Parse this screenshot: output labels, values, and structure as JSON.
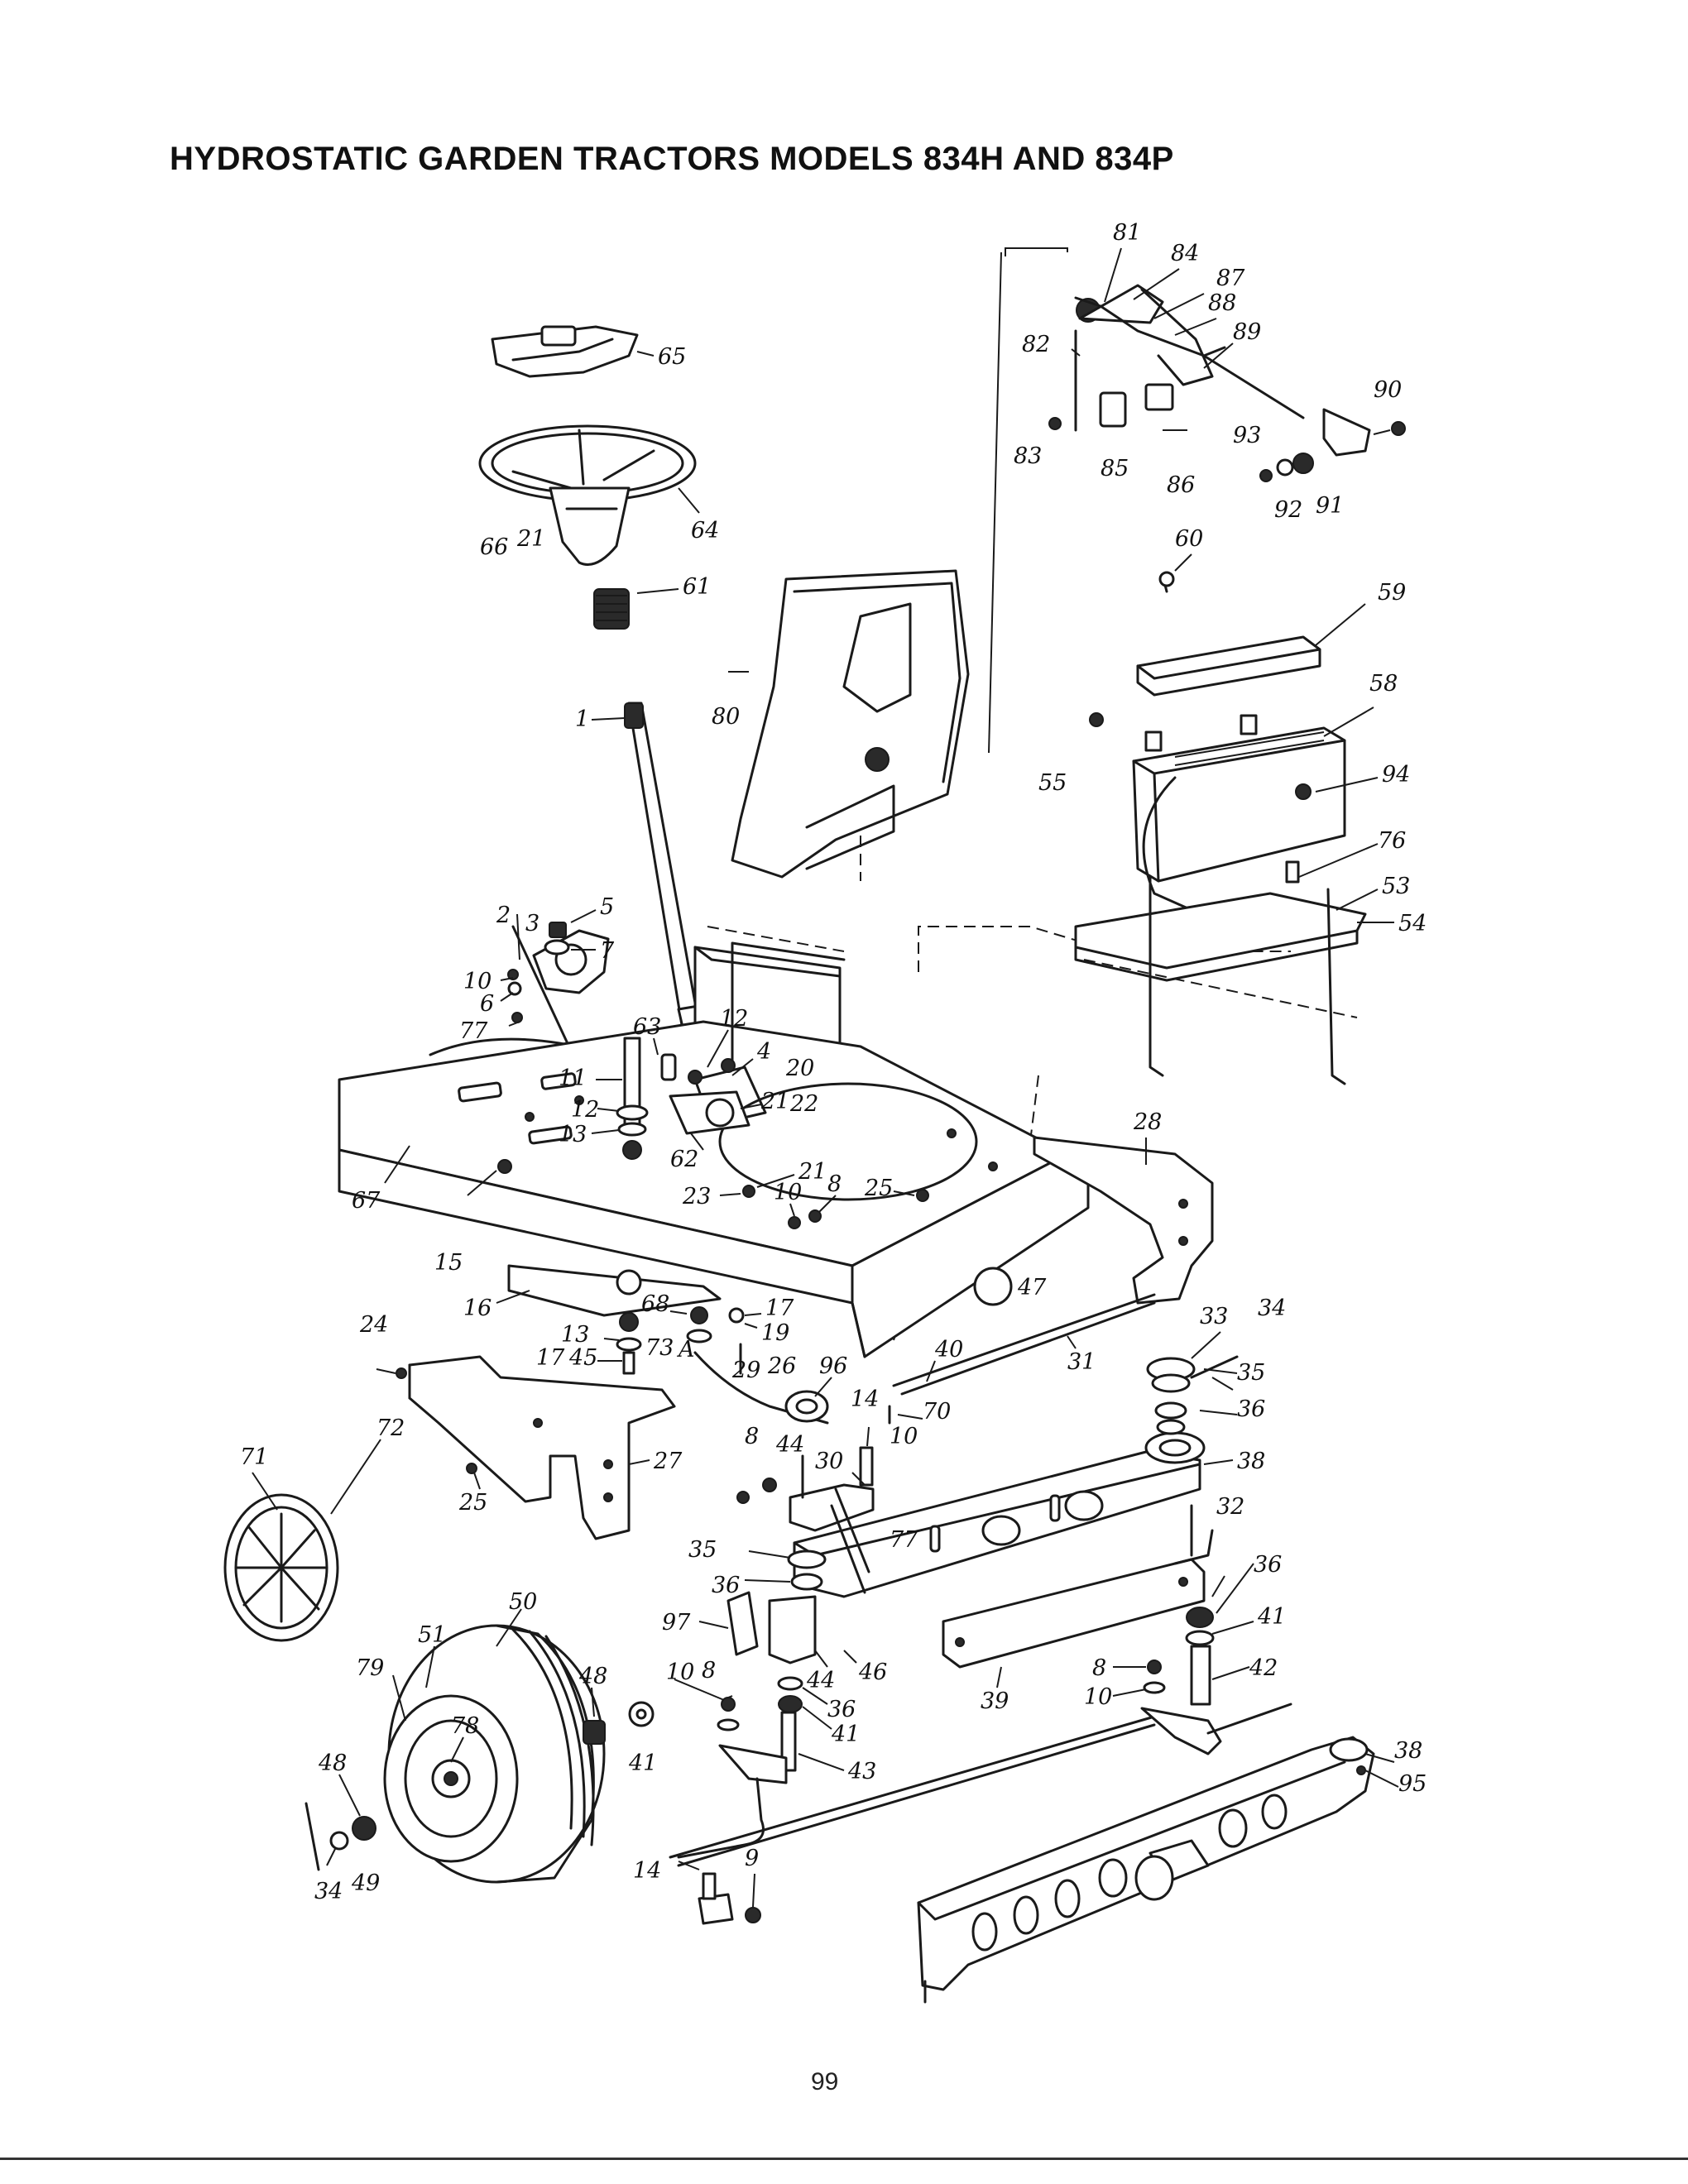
{
  "page": {
    "title": "HYDROSTATIC GARDEN TRACTORS MODELS 834H AND 834P",
    "page_number": "99"
  },
  "callouts": [
    {
      "id": "c65",
      "label": "65"
    },
    {
      "id": "c66",
      "label": "66"
    },
    {
      "id": "c21a",
      "label": "21"
    },
    {
      "id": "c64",
      "label": "64"
    },
    {
      "id": "c61",
      "label": "61"
    },
    {
      "id": "c1",
      "label": "1"
    },
    {
      "id": "c80",
      "label": "80"
    },
    {
      "id": "c81",
      "label": "81"
    },
    {
      "id": "c84",
      "label": "84"
    },
    {
      "id": "c87",
      "label": "87"
    },
    {
      "id": "c88",
      "label": "88"
    },
    {
      "id": "c89",
      "label": "89"
    },
    {
      "id": "c82",
      "label": "82"
    },
    {
      "id": "c90",
      "label": "90"
    },
    {
      "id": "c83",
      "label": "83"
    },
    {
      "id": "c85",
      "label": "85"
    },
    {
      "id": "c86",
      "label": "86"
    },
    {
      "id": "c93",
      "label": "93"
    },
    {
      "id": "c92",
      "label": "92"
    },
    {
      "id": "c91",
      "label": "91"
    },
    {
      "id": "c60",
      "label": "60"
    },
    {
      "id": "c59",
      "label": "59"
    },
    {
      "id": "c58",
      "label": "58"
    },
    {
      "id": "c55",
      "label": "55"
    },
    {
      "id": "c94",
      "label": "94"
    },
    {
      "id": "c76",
      "label": "76"
    },
    {
      "id": "c53",
      "label": "53"
    },
    {
      "id": "c54",
      "label": "54"
    },
    {
      "id": "c2",
      "label": "2"
    },
    {
      "id": "c3",
      "label": "3"
    },
    {
      "id": "c5",
      "label": "5"
    },
    {
      "id": "c7",
      "label": "7"
    },
    {
      "id": "c10a",
      "label": "10"
    },
    {
      "id": "c6",
      "label": "6"
    },
    {
      "id": "c77a",
      "label": "77"
    },
    {
      "id": "c63",
      "label": "63"
    },
    {
      "id": "c12a",
      "label": "12"
    },
    {
      "id": "c4",
      "label": "4"
    },
    {
      "id": "c20",
      "label": "20"
    },
    {
      "id": "c11",
      "label": "11"
    },
    {
      "id": "c12b",
      "label": "12"
    },
    {
      "id": "c13a",
      "label": "13"
    },
    {
      "id": "c21b",
      "label": "21"
    },
    {
      "id": "c22",
      "label": "22"
    },
    {
      "id": "c62",
      "label": "62"
    },
    {
      "id": "c21c",
      "label": "21"
    },
    {
      "id": "c23",
      "label": "23"
    },
    {
      "id": "c10b",
      "label": "10"
    },
    {
      "id": "c8a",
      "label": "8"
    },
    {
      "id": "c25a",
      "label": "25"
    },
    {
      "id": "c28",
      "label": "28"
    },
    {
      "id": "c67",
      "label": "67"
    },
    {
      "id": "c15",
      "label": "15"
    },
    {
      "id": "c16",
      "label": "16"
    },
    {
      "id": "c68",
      "label": "68"
    },
    {
      "id": "c17a",
      "label": "17"
    },
    {
      "id": "c13b",
      "label": "13"
    },
    {
      "id": "c19",
      "label": "19"
    },
    {
      "id": "c17b",
      "label": "17"
    },
    {
      "id": "c45",
      "label": "45"
    },
    {
      "id": "c73",
      "label": "73"
    },
    {
      "id": "cA",
      "label": "A"
    },
    {
      "id": "c47",
      "label": "47"
    },
    {
      "id": "c24",
      "label": "24"
    },
    {
      "id": "c29",
      "label": "29"
    },
    {
      "id": "c26",
      "label": "26"
    },
    {
      "id": "c96",
      "label": "96"
    },
    {
      "id": "c40",
      "label": "40"
    },
    {
      "id": "c31",
      "label": "31"
    },
    {
      "id": "c33",
      "label": "33"
    },
    {
      "id": "c34a",
      "label": "34"
    },
    {
      "id": "c35a",
      "label": "35"
    },
    {
      "id": "c36a",
      "label": "36"
    },
    {
      "id": "c70",
      "label": "70"
    },
    {
      "id": "c14a",
      "label": "14"
    },
    {
      "id": "c72",
      "label": "72"
    },
    {
      "id": "c71",
      "label": "71"
    },
    {
      "id": "c25b",
      "label": "25"
    },
    {
      "id": "c27",
      "label": "27"
    },
    {
      "id": "c8b",
      "label": "8"
    },
    {
      "id": "c44a",
      "label": "44"
    },
    {
      "id": "c30",
      "label": "30"
    },
    {
      "id": "c10c",
      "label": "10"
    },
    {
      "id": "c38a",
      "label": "38"
    },
    {
      "id": "c77b",
      "label": "77"
    },
    {
      "id": "c32",
      "label": "32"
    },
    {
      "id": "c35b",
      "label": "35"
    },
    {
      "id": "c36b",
      "label": "36"
    },
    {
      "id": "c36c",
      "label": "36"
    },
    {
      "id": "c41a",
      "label": "41"
    },
    {
      "id": "c50",
      "label": "50"
    },
    {
      "id": "c51",
      "label": "51"
    },
    {
      "id": "c97",
      "label": "97"
    },
    {
      "id": "c44b",
      "label": "44"
    },
    {
      "id": "c46",
      "label": "46"
    },
    {
      "id": "c42",
      "label": "42"
    },
    {
      "id": "c79",
      "label": "79"
    },
    {
      "id": "c78",
      "label": "78"
    },
    {
      "id": "c48a",
      "label": "48"
    },
    {
      "id": "c48b",
      "label": "48"
    },
    {
      "id": "c10d",
      "label": "10"
    },
    {
      "id": "c8c",
      "label": "8"
    },
    {
      "id": "c36d",
      "label": "36"
    },
    {
      "id": "c41b",
      "label": "41"
    },
    {
      "id": "c39",
      "label": "39"
    },
    {
      "id": "c8d",
      "label": "8"
    },
    {
      "id": "c10e",
      "label": "10"
    },
    {
      "id": "c41c",
      "label": "41"
    },
    {
      "id": "c43",
      "label": "43"
    },
    {
      "id": "c38b",
      "label": "38"
    },
    {
      "id": "c95",
      "label": "95"
    },
    {
      "id": "c34b",
      "label": "34"
    },
    {
      "id": "c49",
      "label": "49"
    },
    {
      "id": "c14b",
      "label": "14"
    },
    {
      "id": "c9",
      "label": "9"
    }
  ]
}
